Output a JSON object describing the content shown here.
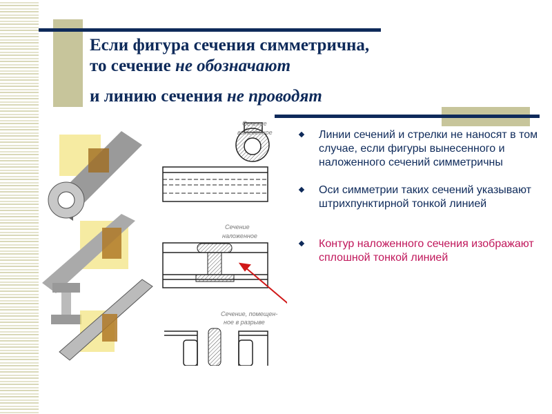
{
  "title": {
    "line1": "Если фигура сечения  симметрична,",
    "line2_plain": "то  сечение ",
    "line2_italic": "не обозначают",
    "line3_plain": "и линию сечения ",
    "line3_italic": "не проводят"
  },
  "drawings": {
    "label_removed": [
      "Сечение",
      "вынесенное"
    ],
    "label_overlaid": [
      "Сечение",
      "наложенное"
    ],
    "label_break": [
      "Сечение, помещен-",
      "ное в разрыве"
    ]
  },
  "bullets": [
    {
      "text": "Линии сечений и стрелки не наносят в том случае, если фигуры вынесенного и наложенного сечений симметричны"
    },
    {
      "text": "Оси симметрии таких сечений указывают штрихпунктирной тонкой линией"
    },
    {
      "text": " Контур наложенного сечения изображают сплошной тонкой линией"
    }
  ],
  "colors": {
    "navy": "#0e2a5a",
    "olive": "#c7c59b",
    "accent_red": "#c0165a",
    "arrow": "#d01818"
  }
}
